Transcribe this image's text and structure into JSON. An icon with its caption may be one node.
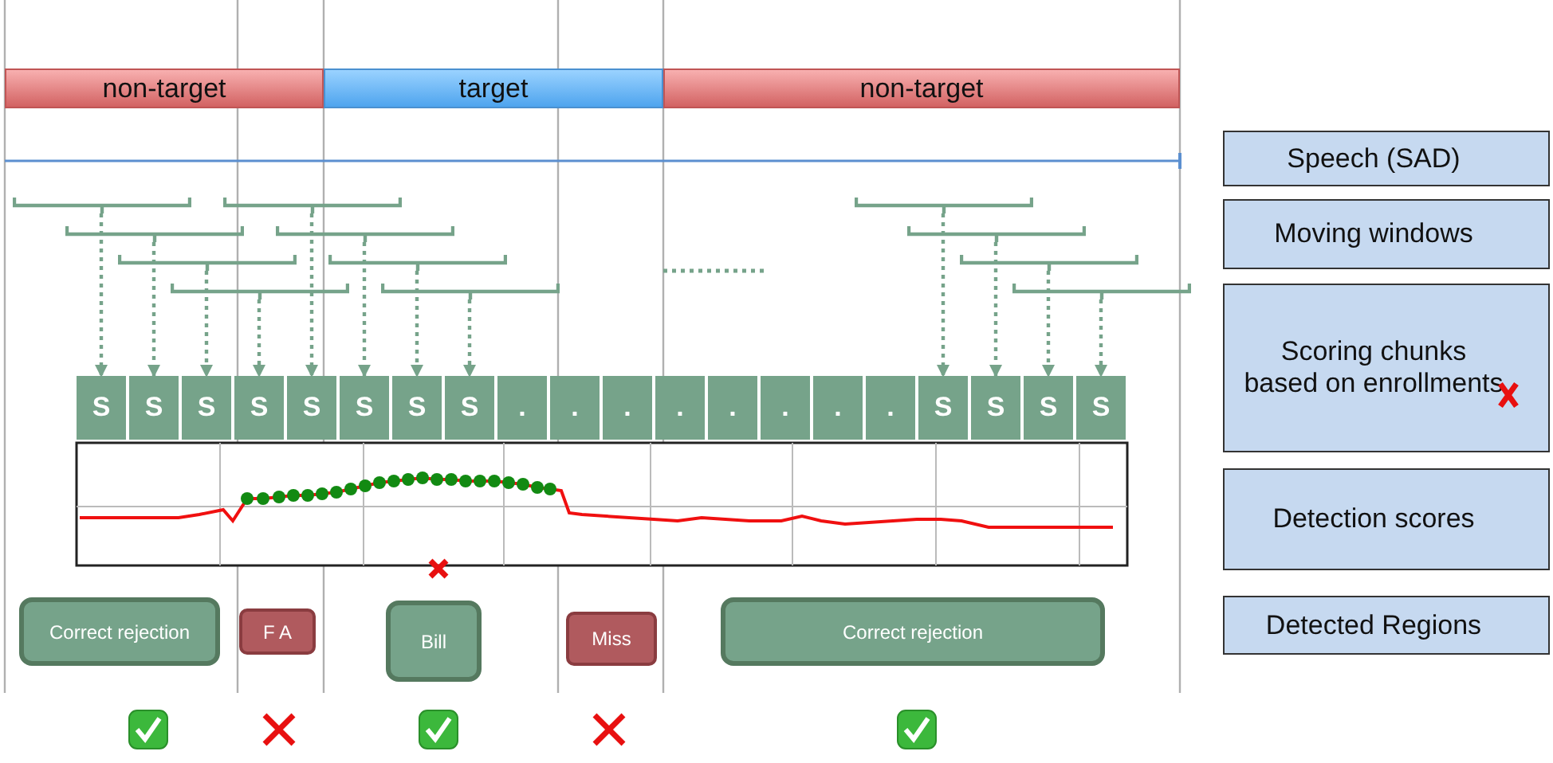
{
  "diagram": {
    "nodes": [
      {
        "text": [
          "non-target"
        ]
      },
      {
        "text": [
          "target"
        ]
      },
      {
        "text": [
          "non-target"
        ]
      },
      {
        "text": [],
        "shape": "bracket"
      },
      {
        "text": [],
        "shape": "bracket"
      },
      {
        "text": [],
        "shape": "bracket"
      },
      {
        "text": [],
        "shape": "bracket"
      },
      {
        "text": [],
        "shape": "bracket"
      },
      {
        "text": [],
        "shape": "bracket"
      },
      {
        "text": [],
        "shape": "bracket"
      },
      {
        "text": [],
        "shape": "bracket"
      },
      {
        "text": [],
        "shape": "bracket"
      },
      {
        "text": [],
        "shape": "bracket"
      },
      {
        "text": [],
        "shape": "bracket"
      },
      {
        "text": [],
        "shape": "bracket"
      },
      {
        "text": [
          "S"
        ]
      },
      {
        "text": [
          "S"
        ]
      },
      {
        "text": [
          "S"
        ]
      },
      {
        "text": [
          "S"
        ]
      },
      {
        "text": [
          "S"
        ]
      },
      {
        "text": [
          "S"
        ]
      },
      {
        "text": [
          "S"
        ]
      },
      {
        "text": [
          "S"
        ]
      },
      {
        "text": [
          "."
        ]
      },
      {
        "text": [
          "."
        ]
      },
      {
        "text": [
          "."
        ]
      },
      {
        "text": [
          "."
        ]
      },
      {
        "text": [
          "."
        ]
      },
      {
        "text": [
          "."
        ]
      },
      {
        "text": [
          "."
        ]
      },
      {
        "text": [
          "."
        ]
      },
      {
        "text": [
          "S"
        ]
      },
      {
        "text": [
          "S"
        ]
      },
      {
        "text": [
          "S"
        ]
      },
      {
        "text": [
          "S"
        ]
      },
      {
        "text": [
          "Correct rejection"
        ]
      },
      {
        "text": [
          "F A"
        ]
      },
      {
        "text": [
          "Bill"
        ]
      },
      {
        "text": [
          "Miss"
        ]
      },
      {
        "text": [
          "Correct rejection"
        ]
      },
      {
        "text": [
          "Speech (SAD)"
        ]
      },
      {
        "text": [
          "Moving windows"
        ]
      },
      {
        "text": [
          "Scoring chunks based on enrollments"
        ]
      },
      {
        "text": [
          "Detection scores"
        ]
      },
      {
        "text": [
          "Detected Regions"
        ]
      }
    ],
    "edges": [
      {
        "from": 3,
        "to": 15,
        "arrow": "to",
        "style": "dashed"
      },
      {
        "from": 4,
        "to": 19,
        "arrow": "to",
        "style": "dashed"
      },
      {
        "from": 5,
        "to": 31,
        "arrow": "to",
        "style": "dashed"
      },
      {
        "from": 6,
        "to": 16,
        "arrow": "to",
        "style": "dashed"
      },
      {
        "from": 7,
        "to": 20,
        "arrow": "to",
        "style": "dashed"
      },
      {
        "from": 8,
        "to": 32,
        "arrow": "to",
        "style": "dashed"
      },
      {
        "from": 9,
        "to": 17,
        "arrow": "to",
        "style": "dashed"
      },
      {
        "from": 10,
        "to": 21,
        "arrow": "to",
        "style": "dashed"
      },
      {
        "from": 11,
        "to": 33,
        "arrow": "to",
        "style": "dashed"
      },
      {
        "from": 12,
        "to": 18,
        "arrow": "to",
        "style": "dashed"
      },
      {
        "from": 13,
        "to": 22,
        "arrow": "to",
        "style": "dashed"
      },
      {
        "from": 14,
        "to": 34,
        "arrow": "to",
        "style": "dashed"
      }
    ]
  }
}
